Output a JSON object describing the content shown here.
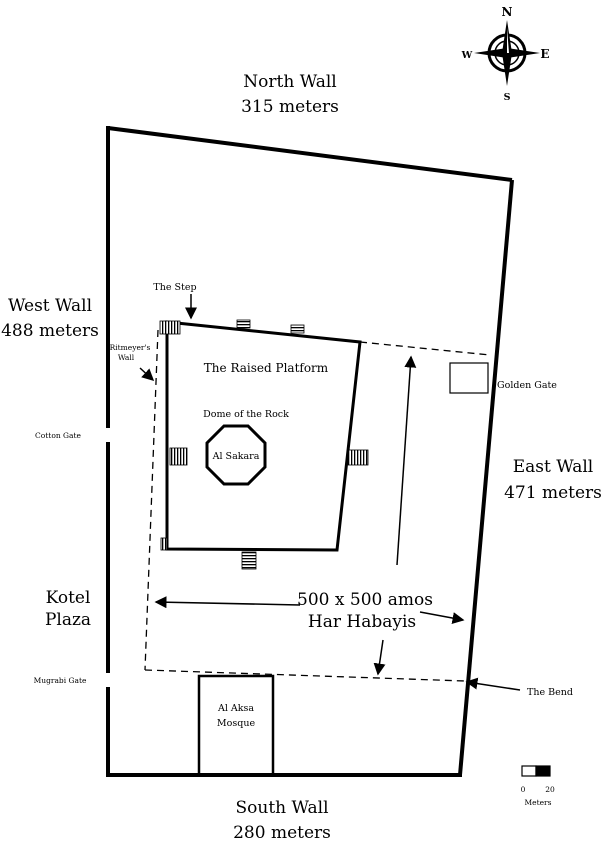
{
  "compass": {
    "n": "N",
    "s": "S",
    "e": "E",
    "w": "W"
  },
  "walls": {
    "north": {
      "name": "North Wall",
      "length": "315 meters"
    },
    "west": {
      "name": "West Wall",
      "length": "488 meters"
    },
    "east": {
      "name": "East Wall",
      "length": "471 meters"
    },
    "south": {
      "name": "South Wall",
      "length": "280 meters"
    }
  },
  "labels": {
    "step": "The Step",
    "ritmeyer_1": "Ritmeyer's",
    "ritmeyer_2": "Wall",
    "platform": "The Raised Platform",
    "dome": "Dome of the Rock",
    "al_sakara": "Al Sakara",
    "cotton_gate": "Cotton Gate",
    "golden_gate": "Golden Gate",
    "kotel_1": "Kotel",
    "kotel_2": "Plaza",
    "mugrabi_gate": "Mugrabi Gate",
    "amos": "500 x 500 amos",
    "har_habayis": "Har Habayis",
    "bend": "The Bend",
    "aksa_1": "Al Aksa",
    "aksa_2": "Mosque"
  },
  "scale": {
    "min": "0",
    "max": "20",
    "unit": "Meters"
  }
}
